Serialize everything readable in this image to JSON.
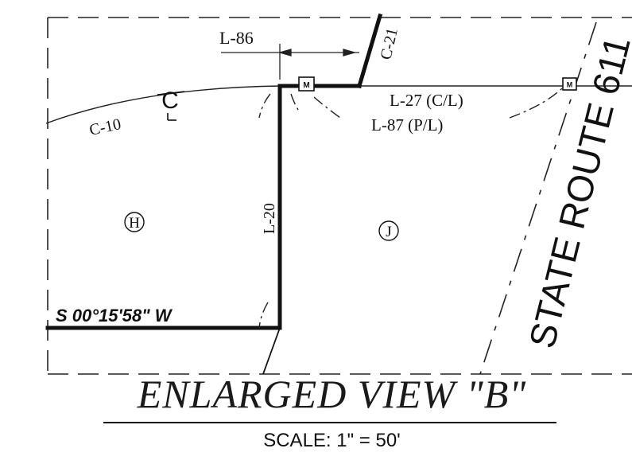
{
  "labels": {
    "l86": "L-86",
    "c21": "C-21",
    "c10": "C-10",
    "l27": "L-27 (C/L)",
    "l87": "L-87 (P/L)",
    "l20": "L-20",
    "parcel_h": "H",
    "parcel_j": "J",
    "bearing": "S 00°15'58\" W",
    "state_route": "STATE ROUTE 611",
    "monument": "M",
    "centerline_symbol": "C"
  },
  "title": "ENLARGED VIEW \"B\"",
  "scale": "SCALE:  1\"  =  50'"
}
